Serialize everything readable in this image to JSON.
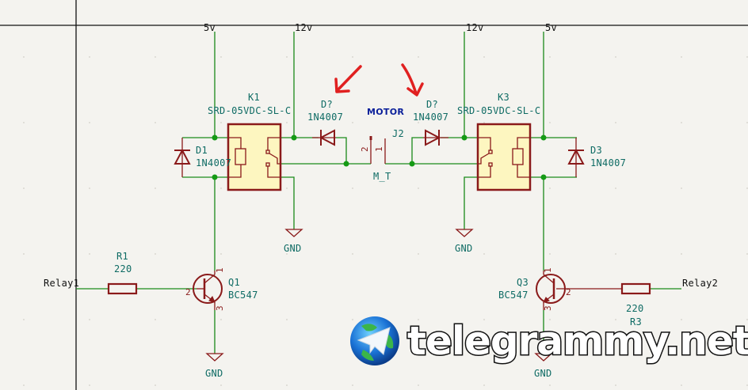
{
  "colors": {
    "background": "#f4f3ef",
    "wire": "#1a8a1a",
    "component": "#8a1a1a",
    "component_fill": "#fdf6c0",
    "label": "#0e6b64",
    "junction": "#159a15",
    "annotation_arrow": "#e02020",
    "motor_label": "#0a1f9a"
  },
  "power_rails": {
    "left_5v": "5v",
    "left_12v": "12v",
    "right_12v": "12v",
    "right_5v": "5v"
  },
  "relays": [
    {
      "ref": "K1",
      "value": "SRD-05VDC-SL-C"
    },
    {
      "ref": "K3",
      "value": "SRD-05VDC-SL-C"
    }
  ],
  "diodes": [
    {
      "ref": "D1",
      "value": "1N4007"
    },
    {
      "ref": "D?",
      "value": "1N4007"
    },
    {
      "ref": "D?",
      "value": "1N4007"
    },
    {
      "ref": "D3",
      "value": "1N4007"
    }
  ],
  "connector": {
    "ref": "J2",
    "value": "M_T",
    "title": "MOTOR",
    "pins": [
      "2",
      "1"
    ]
  },
  "transistors": [
    {
      "ref": "Q1",
      "value": "BC547",
      "pins": [
        "1",
        "2",
        "3"
      ]
    },
    {
      "ref": "Q3",
      "value": "BC547",
      "pins": [
        "1",
        "2",
        "3"
      ]
    }
  ],
  "resistors": [
    {
      "ref": "R1",
      "value": "220"
    },
    {
      "ref": "R3",
      "value": "220"
    }
  ],
  "nets": {
    "relay1": "Relay1",
    "relay2": "Relay2",
    "gnd": "GND"
  },
  "watermark": {
    "text": "telegrammy.net",
    "icon": "telegram-globe-icon"
  }
}
